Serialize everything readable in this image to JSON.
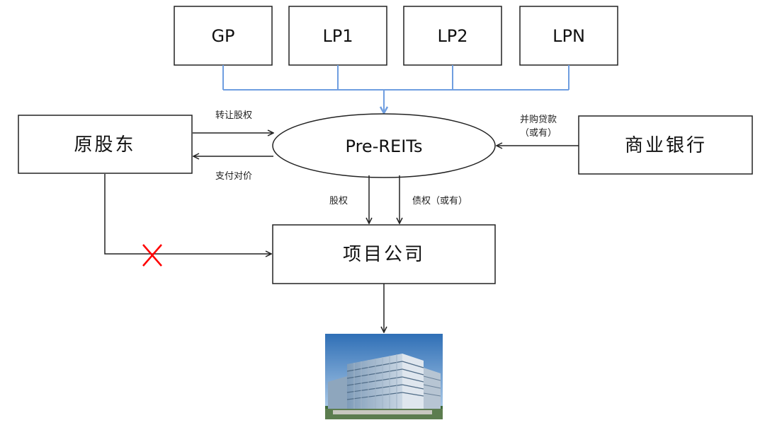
{
  "diagram": {
    "partners": {
      "gp": "GP",
      "lp1": "LP1",
      "lp2": "LP2",
      "lpn": "LPN"
    },
    "center": "Pre-REITs",
    "original_shareholders": "原股东",
    "commercial_bank": "商业银行",
    "project_company": "项目公司",
    "edges": {
      "transfer_equity": "转让股权",
      "pay_consideration": "支付对价",
      "ma_loan_line1": "并购贷款",
      "ma_loan_line2": "（或有）",
      "equity": "股权",
      "debt": "债权（或有）"
    },
    "asset_image": "office-building",
    "colors": {
      "fund_connector": "#6f9ee0",
      "cross_mark": "#ff0000"
    }
  }
}
